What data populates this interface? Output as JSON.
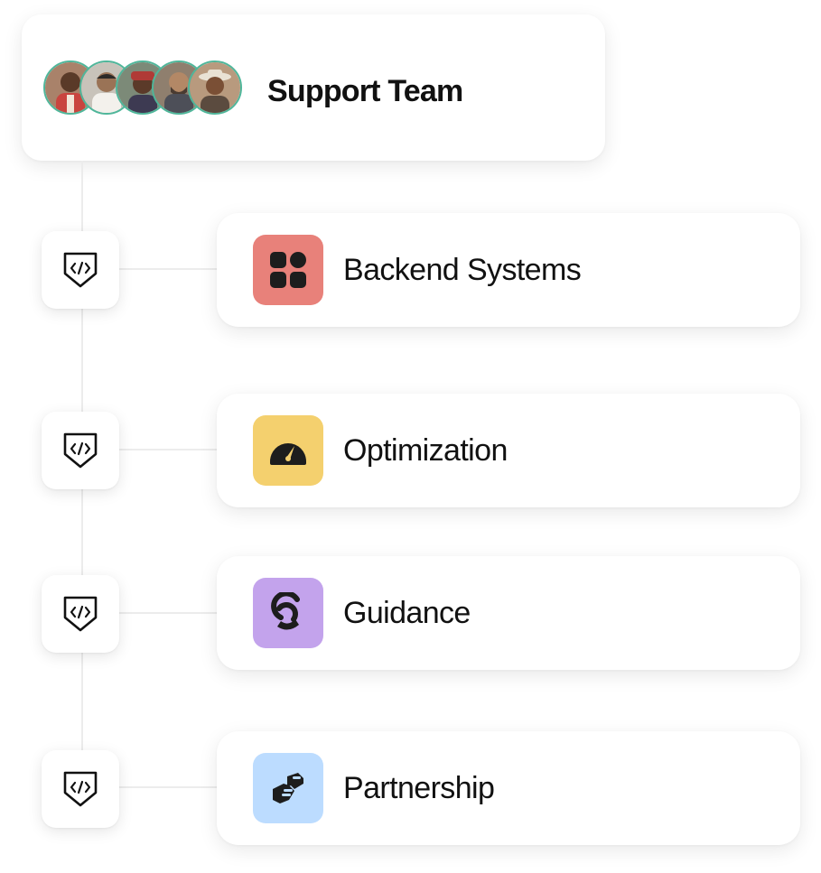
{
  "team": {
    "title": "Support Team",
    "avatars": [
      {
        "name": "avatar-1"
      },
      {
        "name": "avatar-2"
      },
      {
        "name": "avatar-3"
      },
      {
        "name": "avatar-4"
      },
      {
        "name": "avatar-5"
      }
    ]
  },
  "items": [
    {
      "label": "Backend Systems",
      "icon": "grid-icon",
      "tile_color": "#e8817a"
    },
    {
      "label": "Optimization",
      "icon": "speedometer-icon",
      "tile_color": "#f4d06e"
    },
    {
      "label": "Guidance",
      "icon": "guidance-icon",
      "tile_color": "#c3a3ec"
    },
    {
      "label": "Partnership",
      "icon": "handshake-icon",
      "tile_color": "#bcdcff"
    }
  ],
  "colors": {
    "avatar_border": "#4fb69a",
    "connector": "#ececec",
    "text": "#111111"
  }
}
